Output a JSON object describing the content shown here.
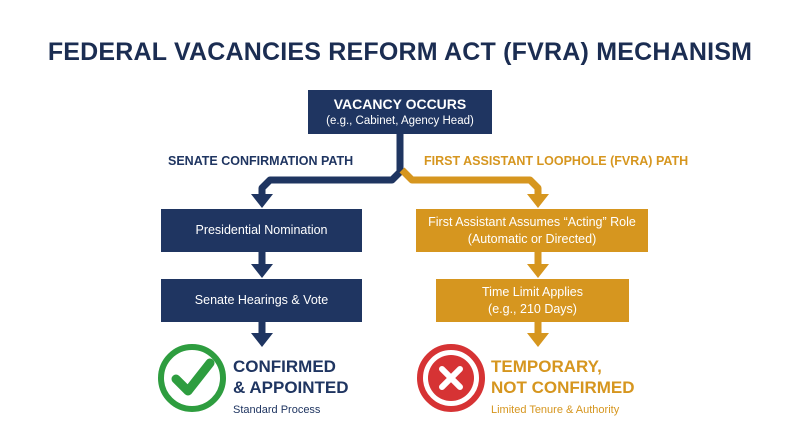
{
  "title": "FEDERAL VACANCIES REFORM ACT (FVRA) MECHANISM",
  "colors": {
    "navy": "#1f3561",
    "gold": "#d6961f",
    "green": "#2e9d3f",
    "red": "#d63334"
  },
  "start": {
    "line1": "VACANCY OCCURS",
    "line2": "(e.g., Cabinet, Agency Head)"
  },
  "senate_path": {
    "label": "SENATE CONFIRMATION PATH",
    "steps": [
      "Presidential Nomination",
      "Senate Hearings & Vote"
    ],
    "outcome": {
      "icon": "green-check-icon",
      "line1": "CONFIRMED",
      "line2": "& APPOINTED",
      "sub": "Standard Process"
    }
  },
  "fvra_path": {
    "label": "FIRST ASSISTANT LOOPHOLE (FVRA) PATH",
    "steps": [
      {
        "line1": "First Assistant Assumes “Acting” Role",
        "line2": "(Automatic or Directed)"
      },
      {
        "line1": "Time Limit Applies",
        "line2": "(e.g., 210 Days)"
      }
    ],
    "outcome": {
      "icon": "red-x-icon",
      "line1": "TEMPORARY,",
      "line2": "NOT CONFIRMED",
      "sub": "Limited Tenure & Authority"
    }
  }
}
